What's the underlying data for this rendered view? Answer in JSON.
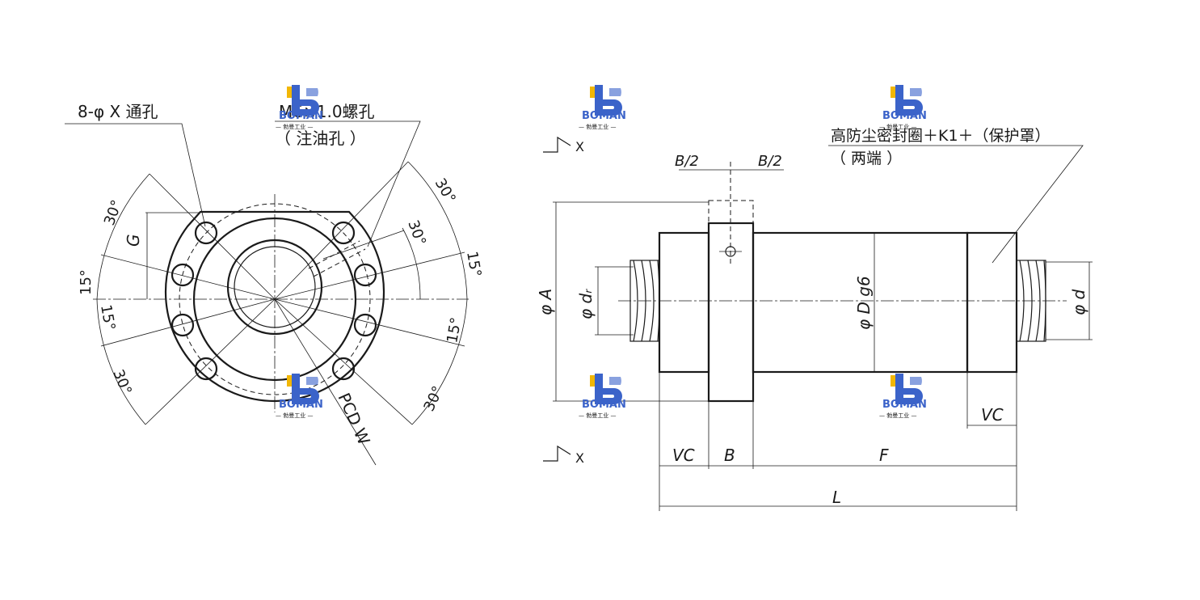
{
  "front_view": {
    "label_holes": "8-φ X 通孔",
    "label_oil_hole": "M6×1.0螺孔",
    "label_oil_hole_sub": "（ 注油孔 ）",
    "label_g": "G",
    "label_pcd": "PCD W",
    "angle_30": "30°",
    "angle_15": "15°"
  },
  "side_view": {
    "label_seal": "高防尘密封圈＋K1＋（保护罩）",
    "label_seal_sub": "（ 两端 ）",
    "label_b_half": "B/2",
    "label_x": "X",
    "label_phi_a": "φ A",
    "label_phi_dr": "φ dᵣ",
    "label_phi_d_g6": "φ D g6",
    "label_phi_d": "φ d",
    "label_vc": "VC",
    "label_b": "B",
    "label_f": "F",
    "label_l": "L"
  },
  "watermark": {
    "brand": "BOMAN",
    "sub": "— 勃曼工业 —"
  },
  "colors": {
    "line": "#1a1a1a",
    "logo_blue": "#3b63c9",
    "logo_yellow": "#f2b705"
  }
}
